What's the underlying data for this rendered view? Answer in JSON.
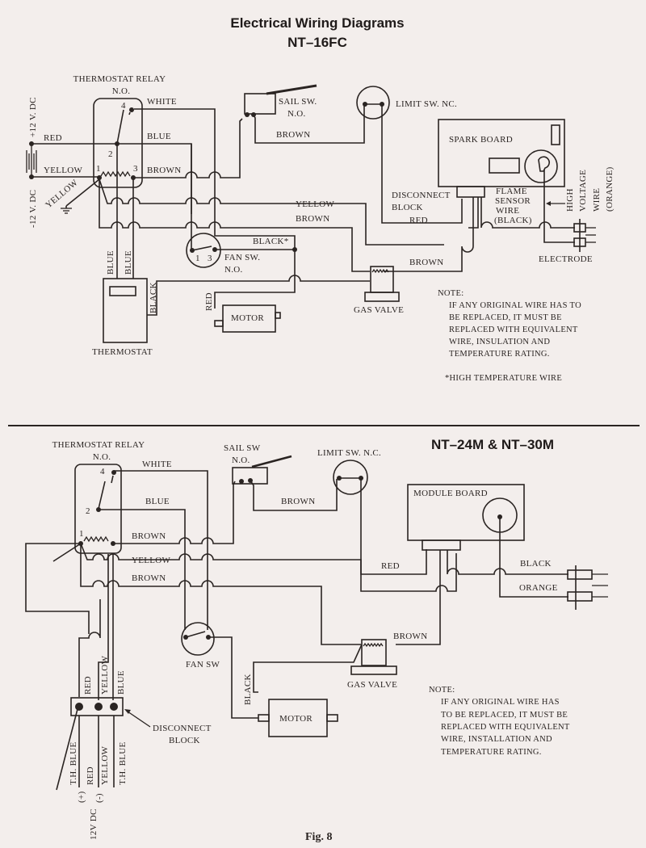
{
  "page": {
    "title_line1": "Electrical Wiring Diagrams",
    "title_line2": "NT–16FC",
    "figure_caption": "Fig. 8",
    "colors": {
      "paper": "#f3eeec",
      "ink": "#2a2422"
    }
  },
  "diagram_top": {
    "model": "NT–16FC",
    "components": {
      "thermostat_relay": "THERMOSTAT RELAY",
      "thermostat_relay_state": "N.O.",
      "relay_terminals": [
        "1",
        "2",
        "3",
        "4"
      ],
      "sail_switch": "SAIL SW.",
      "sail_switch_state": "N.O.",
      "limit_switch": "LIMIT SW. NC.",
      "spark_board": "SPARK BOARD",
      "disconnect_block_1": "DISCONNECT",
      "disconnect_block_2": "BLOCK",
      "flame_sensor_1": "FLAME",
      "flame_sensor_2": "SENSOR",
      "flame_sensor_3": "WIRE",
      "flame_sensor_4": "(BLACK)",
      "high_voltage_1": "HIGH",
      "high_voltage_2": "VOLTAGE",
      "high_voltage_3": "WIRE",
      "high_voltage_4": "(ORANGE)",
      "electrode": "ELECTRODE",
      "fan_switch": "FAN SW.",
      "fan_switch_state": "N.O.",
      "fan_terminals": [
        "1",
        "3"
      ],
      "gas_valve": "GAS VALVE",
      "motor": "MOTOR",
      "thermostat": "THERMOSTAT",
      "plus_12v": "+12 V. DC",
      "minus_12v": "-12 V. DC"
    },
    "wire_labels": {
      "white": "WHITE",
      "red": "RED",
      "blue": "BLUE",
      "yellow": "YELLOW",
      "brown": "BROWN",
      "yellow_ground": "YELLOW",
      "sail_brown": "BROWN",
      "yellow_main": "YELLOW",
      "brown_main": "BROWN",
      "black_star": "BLACK*",
      "blue_1": "BLUE",
      "blue_2": "BLUE",
      "black_thermo": "BLACK",
      "red_motor": "RED",
      "red_board": "RED",
      "brown_valve": "BROWN"
    },
    "note": {
      "heading": "NOTE:",
      "lines": [
        "IF ANY ORIGINAL WIRE HAS TO",
        "BE REPLACED, IT MUST BE",
        "REPLACED WITH EQUIVALENT",
        "WIRE, INSULATION AND",
        "TEMPERATURE RATING."
      ],
      "footnote": "*HIGH TEMPERATURE WIRE"
    }
  },
  "diagram_bottom": {
    "model": "NT–24M & NT–30M",
    "components": {
      "thermostat_relay": "THERMOSTAT RELAY",
      "thermostat_relay_state": "N.O.",
      "relay_terminals": [
        "1",
        "2",
        "4"
      ],
      "sail_switch": "SAIL SW",
      "sail_switch_state": "N.O.",
      "limit_switch": "LIMIT SW. N.C.",
      "module_board": "MODULE BOARD",
      "fan_switch": "FAN SW",
      "gas_valve": "GAS VALVE",
      "motor": "MOTOR",
      "disconnect_block_1": "DISCONNECT",
      "disconnect_block_2": "BLOCK",
      "supply_plus": "(+)",
      "supply_minus": "(-)",
      "supply_voltage": "12V DC"
    },
    "wire_labels": {
      "white": "WHITE",
      "blue": "BLUE",
      "brown": "BROWN",
      "sail_brown": "BROWN",
      "yellow": "YELLOW",
      "brown_2": "BROWN",
      "red_board": "RED",
      "black": "BLACK",
      "orange": "ORANGE",
      "brown_valve": "BROWN",
      "black_motor": "BLACK",
      "block_top": [
        "RED",
        "YELLOW",
        "BLUE"
      ],
      "block_bottom": [
        "T.H. BLUE",
        "RED",
        "YELLOW",
        "T.H. BLUE"
      ]
    },
    "note": {
      "heading": "NOTE:",
      "lines": [
        "IF ANY ORIGINAL WIRE HAS",
        "TO BE REPLACED, IT MUST BE",
        "REPLACED WITH EQUIVALENT",
        "WIRE, INSTALLATION AND",
        "TEMPERATURE RATING."
      ]
    }
  }
}
